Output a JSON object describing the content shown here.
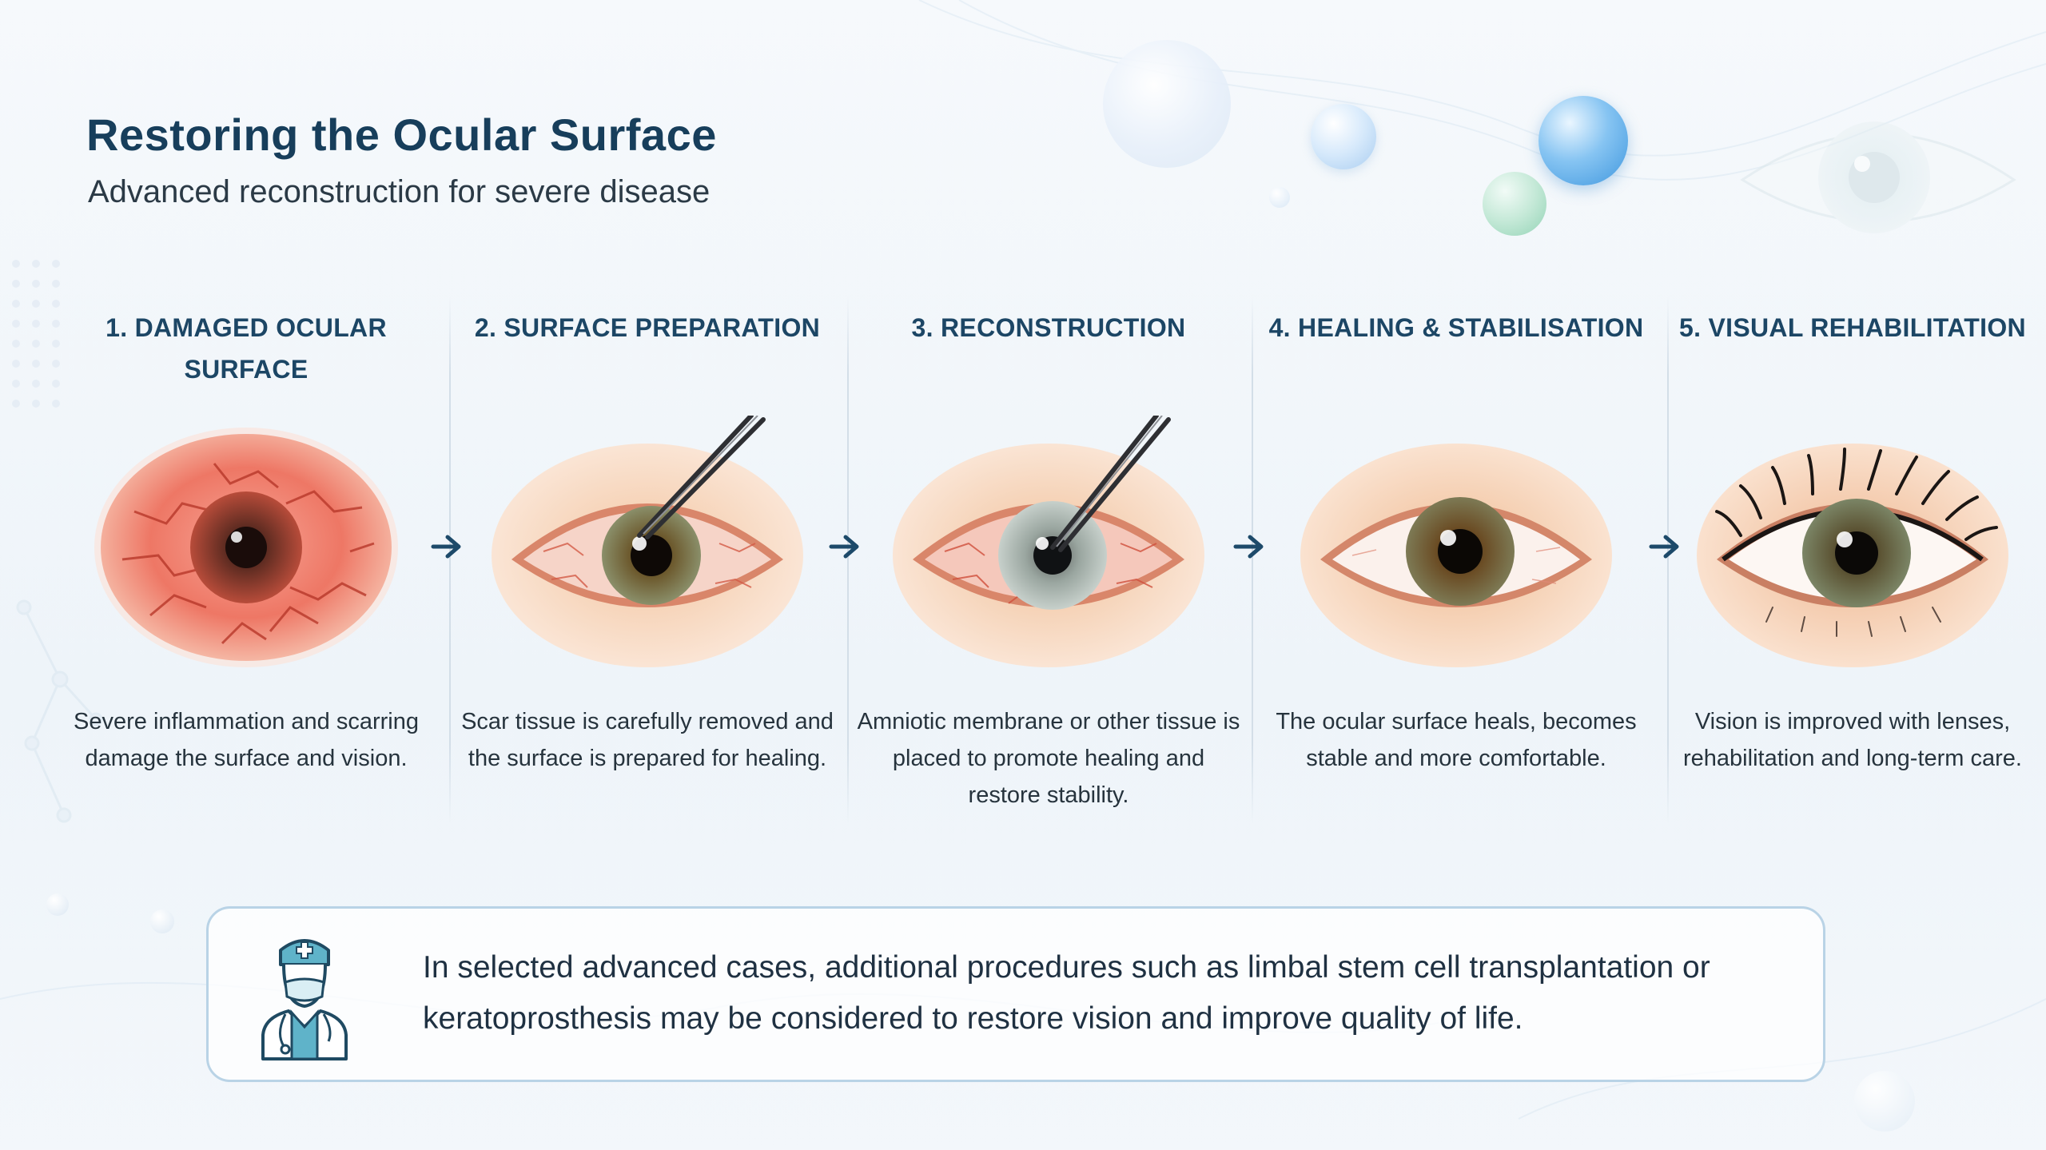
{
  "header": {
    "title": "Restoring the Ocular Surface",
    "subtitle": "Advanced reconstruction for severe disease"
  },
  "steps": [
    {
      "title_lines": [
        "1. DAMAGED OCULAR",
        "SURFACE"
      ],
      "description": "Severe inflammation and scarring damage the surface and vision.",
      "icon": "inflamed-eye-icon"
    },
    {
      "title_lines": [
        "2. SURFACE PREPARATION"
      ],
      "description": "Scar tissue is carefully removed and the surface is prepared for healing.",
      "icon": "eye-with-forceps-icon"
    },
    {
      "title_lines": [
        "3. RECONSTRUCTION"
      ],
      "description": "Amniotic membrane or other tissue is placed to promote healing and restore stability.",
      "icon": "eye-with-forceps-graft-icon"
    },
    {
      "title_lines": [
        "4. HEALING & STABILISATION"
      ],
      "description": "The ocular surface heals, becomes stable and more comfortable.",
      "icon": "healing-eye-icon"
    },
    {
      "title_lines": [
        "5. VISUAL REHABILITATION"
      ],
      "description": "Vision is improved with lenses, rehabilitation and long-term care.",
      "icon": "healthy-eye-icon"
    }
  ],
  "note": {
    "text": "In selected advanced cases, additional procedures such as limbal stem cell transplantation or keratoprosthesis may be considered to restore vision and improve quality of life.",
    "icon": "doctor-icon"
  },
  "colors": {
    "title": "#173e5b",
    "step_title": "#1c4665",
    "arrow": "#1d4a6a",
    "note_border": "#b9d3e6"
  }
}
